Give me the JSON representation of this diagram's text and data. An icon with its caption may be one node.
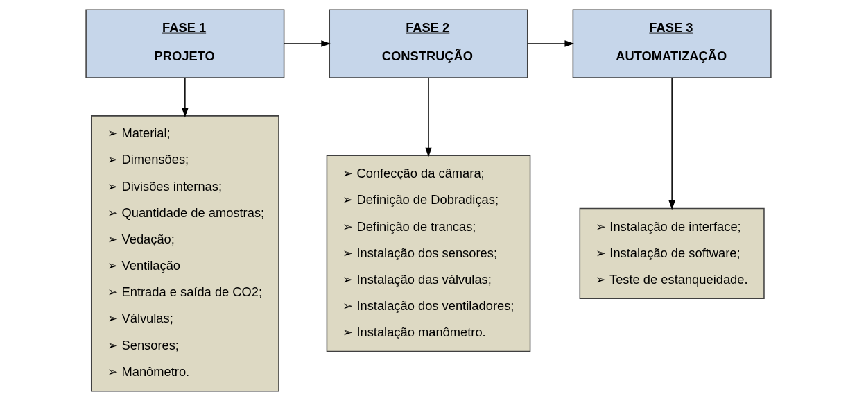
{
  "diagram": {
    "nodes": [
      {
        "text": [
          "FASE 1",
          "PROJETO"
        ]
      },
      {
        "text": [
          "➢ Material;",
          "➢ Dimensões;",
          "➢ Divisões internas;",
          "➢ Quantidade de amostras;",
          "➢ Vedação;",
          "➢ Ventilação",
          "➢ Entrada e saída de CO2;",
          "➢ Válvulas;",
          "➢ Sensores;",
          "➢ Manômetro."
        ]
      },
      {
        "text": [
          "FASE 2",
          "CONSTRUÇÃO"
        ]
      },
      {
        "text": [
          "➢ Confecção da câmara;",
          "➢ Definição de Dobradiças;",
          "➢ Definição de trancas;",
          "➢ Instalação dos sensores;",
          "➢ Instalação das válvulas;",
          "➢ Instalação dos ventiladores;",
          "➢ Instalação manômetro."
        ]
      },
      {
        "text": [
          "FASE 3",
          "AUTOMATIZAÇÃO"
        ]
      },
      {
        "text": [
          "➢ Instalação de interface;",
          "➢ Instalação de software;",
          "➢ Teste de estanqueidade."
        ]
      }
    ],
    "edges": [
      {
        "from": 0,
        "to": 2,
        "arrow": "to"
      },
      {
        "from": 2,
        "to": 4,
        "arrow": "to"
      },
      {
        "from": 0,
        "to": 1,
        "arrow": "to"
      },
      {
        "from": 2,
        "to": 3,
        "arrow": "to"
      },
      {
        "from": 4,
        "to": 5,
        "arrow": "to"
      }
    ]
  }
}
